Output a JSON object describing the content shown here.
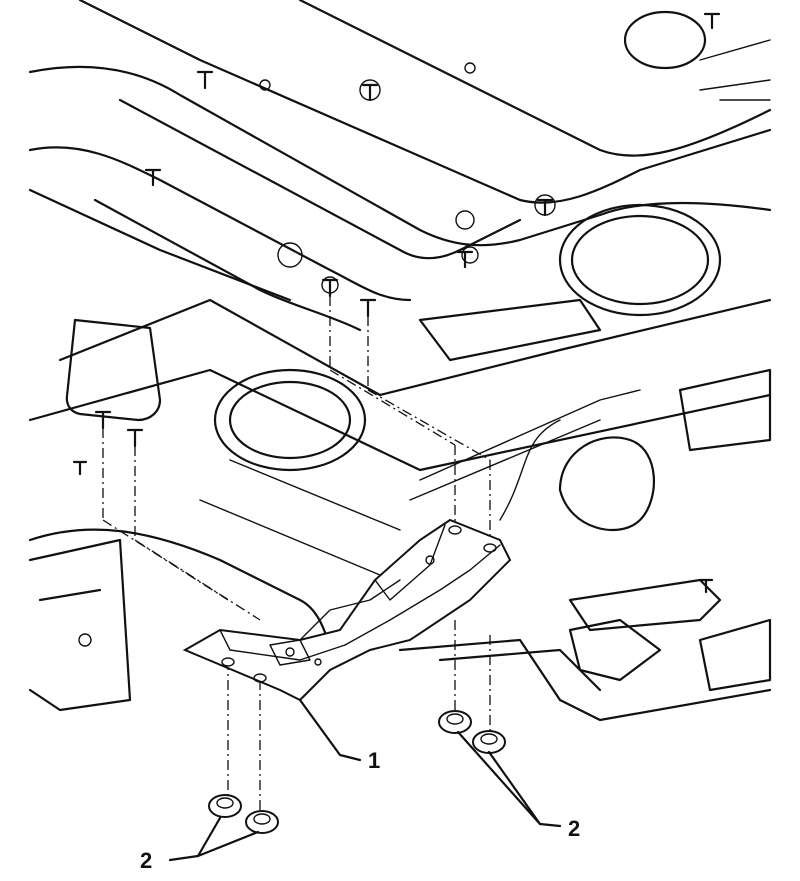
{
  "callouts": [
    {
      "id": "1",
      "text": "1"
    },
    {
      "id": "2a",
      "text": "2"
    },
    {
      "id": "2b",
      "text": "2"
    }
  ]
}
